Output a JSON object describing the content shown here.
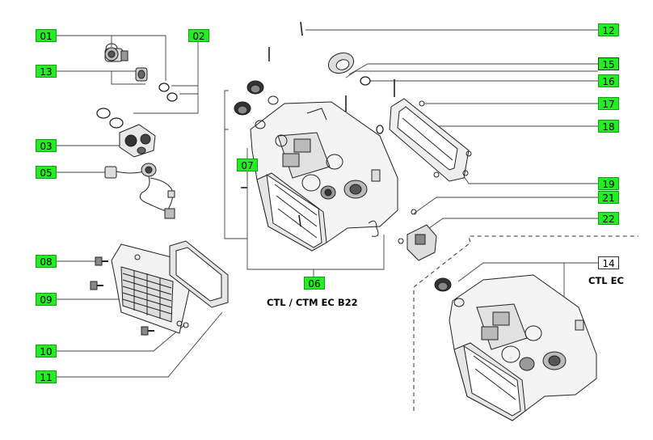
{
  "diagram": {
    "highlight_color": "#22ee22",
    "line_color": "#333333",
    "parts": [
      {
        "id": "01",
        "highlighted": true
      },
      {
        "id": "02",
        "highlighted": true
      },
      {
        "id": "03",
        "highlighted": true
      },
      {
        "id": "05",
        "highlighted": true
      },
      {
        "id": "06",
        "highlighted": true
      },
      {
        "id": "07",
        "highlighted": true
      },
      {
        "id": "08",
        "highlighted": true
      },
      {
        "id": "09",
        "highlighted": true
      },
      {
        "id": "10",
        "highlighted": true
      },
      {
        "id": "11",
        "highlighted": true
      },
      {
        "id": "12",
        "highlighted": true
      },
      {
        "id": "13",
        "highlighted": true
      },
      {
        "id": "14",
        "highlighted": false
      },
      {
        "id": "15",
        "highlighted": true
      },
      {
        "id": "16",
        "highlighted": true
      },
      {
        "id": "17",
        "highlighted": true
      },
      {
        "id": "18",
        "highlighted": true
      },
      {
        "id": "19",
        "highlighted": true
      },
      {
        "id": "21",
        "highlighted": true
      },
      {
        "id": "22",
        "highlighted": true
      }
    ],
    "captions": {
      "main_assembly": "CTL / CTM EC B22",
      "variant_assembly": "CTL EC"
    }
  }
}
